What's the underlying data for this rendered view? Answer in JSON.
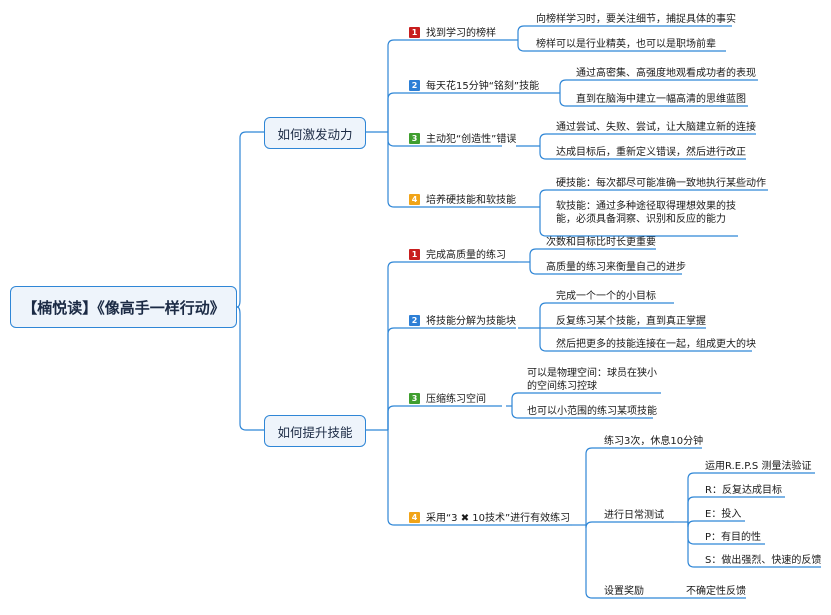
{
  "colors": {
    "line": "#2f86d6",
    "badge1": "#c81e1e",
    "badge2": "#2d7fd6",
    "badge3": "#3f9e2e",
    "badge4": "#f1a418"
  },
  "root": "【楠悦读】《像高手一样行动》",
  "branches": [
    {
      "label": "如何激发动力",
      "children": [
        {
          "num": "1",
          "label": "找到学习的榜样",
          "items": [
            "向榜样学习时，要关注细节，捕捉具体的事实",
            "榜样可以是行业精英，也可以是职场前辈"
          ]
        },
        {
          "num": "2",
          "label": "每天花15分钟“铭刻”技能",
          "items": [
            "通过高密集、高强度地观看成功者的表现",
            "直到在脑海中建立一幅高清的思维蓝图"
          ]
        },
        {
          "num": "3",
          "label": "主动犯“创造性”错误",
          "items": [
            "通过尝试、失败、尝试，让大脑建立新的连接",
            "达成目标后，重新定义错误，然后进行改正"
          ]
        },
        {
          "num": "4",
          "label": "培养硬技能和软技能",
          "items": [
            "硬技能：每次都尽可能准确一致地执行某些动作",
            "软技能：通过多种途径取得理想效果的技能，必须具备洞察、识别和反应的能力"
          ]
        }
      ]
    },
    {
      "label": "如何提升技能",
      "children": [
        {
          "num": "1",
          "label": "完成高质量的练习",
          "items": [
            "次数和目标比时长更重要",
            "高质量的练习来衡量自己的进步"
          ]
        },
        {
          "num": "2",
          "label": "将技能分解为技能块",
          "items": [
            "完成一个一个的小目标",
            "反复练习某个技能，直到真正掌握",
            "然后把更多的技能连接在一起，组成更大的块"
          ]
        },
        {
          "num": "3",
          "label": "压缩练习空间",
          "items": [
            "可以是物理空间：球员在狭小的空间练习控球",
            "也可以小范围的练习某项技能"
          ]
        },
        {
          "num": "4",
          "label": "采用“3 ✖ 10技术”进行有效练习",
          "sub": [
            {
              "label": "练习3次，休息10分钟"
            },
            {
              "label": "进行日常测试",
              "items": [
                "运用R.E.P.S 测量法验证",
                "R：反复达成目标",
                "E：投入",
                "P：有目的性",
                "S：做出强烈、快速的反馈"
              ]
            },
            {
              "label": "设置奖励",
              "items": [
                "不确定性反馈"
              ]
            }
          ]
        }
      ]
    }
  ]
}
